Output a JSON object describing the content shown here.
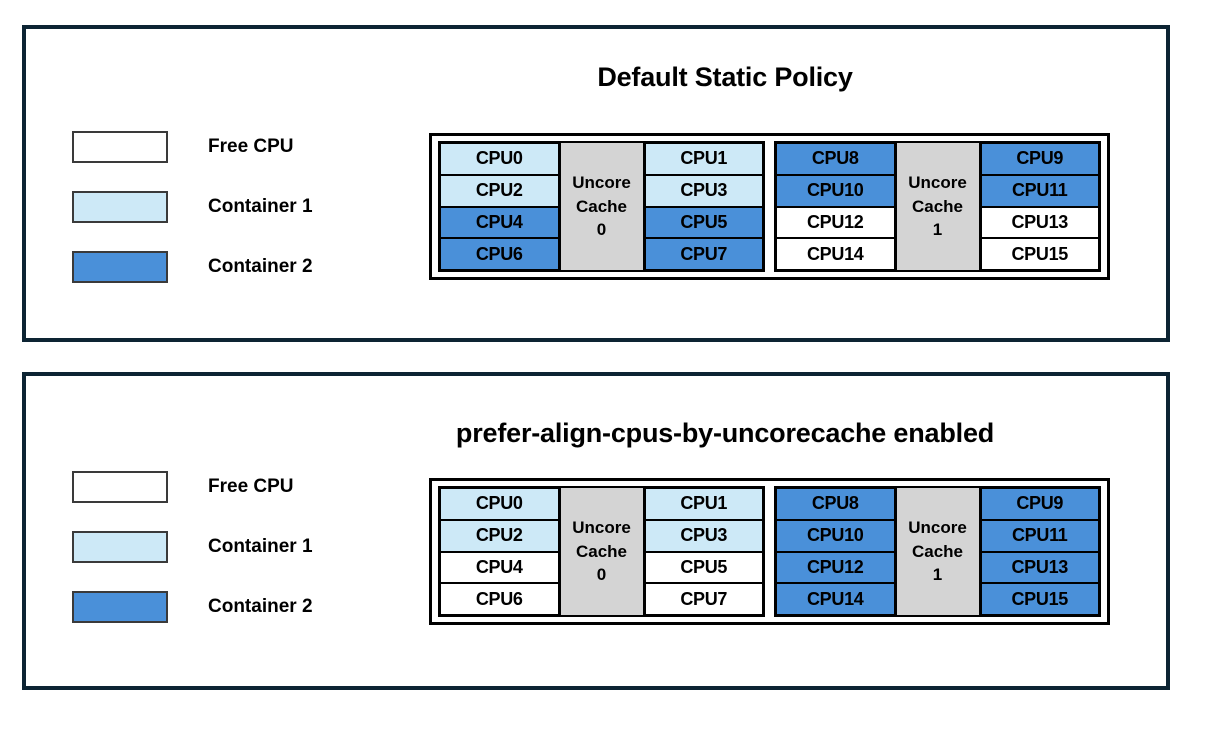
{
  "colors": {
    "free_cpu": "#ffffff",
    "container1": "#cde9f7",
    "container2": "#4a90d9",
    "uncore_cache": "#d4d4d4",
    "panel_border": "#0d2433",
    "cell_border": "#000000",
    "text": "#000000"
  },
  "legend": {
    "items": [
      {
        "label": "Free CPU",
        "color": "#ffffff"
      },
      {
        "label": "Container 1",
        "color": "#cde9f7"
      },
      {
        "label": "Container 2",
        "color": "#4a90d9"
      }
    ]
  },
  "panels": [
    {
      "title": "Default Static Policy",
      "cache_groups": [
        {
          "cache_label_line1": "Uncore",
          "cache_label_line2": "Cache",
          "cache_label_line3": "0",
          "left_column": [
            {
              "label": "CPU0",
              "color": "#cde9f7",
              "assignment": "Container 1"
            },
            {
              "label": "CPU2",
              "color": "#cde9f7",
              "assignment": "Container 1"
            },
            {
              "label": "CPU4",
              "color": "#4a90d9",
              "assignment": "Container 2"
            },
            {
              "label": "CPU6",
              "color": "#4a90d9",
              "assignment": "Container 2"
            }
          ],
          "right_column": [
            {
              "label": "CPU1",
              "color": "#cde9f7",
              "assignment": "Container 1"
            },
            {
              "label": "CPU3",
              "color": "#cde9f7",
              "assignment": "Container 1"
            },
            {
              "label": "CPU5",
              "color": "#4a90d9",
              "assignment": "Container 2"
            },
            {
              "label": "CPU7",
              "color": "#4a90d9",
              "assignment": "Container 2"
            }
          ]
        },
        {
          "cache_label_line1": "Uncore",
          "cache_label_line2": "Cache",
          "cache_label_line3": "1",
          "left_column": [
            {
              "label": "CPU8",
              "color": "#4a90d9",
              "assignment": "Container 2"
            },
            {
              "label": "CPU10",
              "color": "#4a90d9",
              "assignment": "Container 2"
            },
            {
              "label": "CPU12",
              "color": "#ffffff",
              "assignment": "Free CPU"
            },
            {
              "label": "CPU14",
              "color": "#ffffff",
              "assignment": "Free CPU"
            }
          ],
          "right_column": [
            {
              "label": "CPU9",
              "color": "#4a90d9",
              "assignment": "Container 2"
            },
            {
              "label": "CPU11",
              "color": "#4a90d9",
              "assignment": "Container 2"
            },
            {
              "label": "CPU13",
              "color": "#ffffff",
              "assignment": "Free CPU"
            },
            {
              "label": "CPU15",
              "color": "#ffffff",
              "assignment": "Free CPU"
            }
          ]
        }
      ]
    },
    {
      "title": "prefer-align-cpus-by-uncorecache enabled",
      "cache_groups": [
        {
          "cache_label_line1": "Uncore",
          "cache_label_line2": "Cache",
          "cache_label_line3": "0",
          "left_column": [
            {
              "label": "CPU0",
              "color": "#cde9f7",
              "assignment": "Container 1"
            },
            {
              "label": "CPU2",
              "color": "#cde9f7",
              "assignment": "Container 1"
            },
            {
              "label": "CPU4",
              "color": "#ffffff",
              "assignment": "Free CPU"
            },
            {
              "label": "CPU6",
              "color": "#ffffff",
              "assignment": "Free CPU"
            }
          ],
          "right_column": [
            {
              "label": "CPU1",
              "color": "#cde9f7",
              "assignment": "Container 1"
            },
            {
              "label": "CPU3",
              "color": "#cde9f7",
              "assignment": "Container 1"
            },
            {
              "label": "CPU5",
              "color": "#ffffff",
              "assignment": "Free CPU"
            },
            {
              "label": "CPU7",
              "color": "#ffffff",
              "assignment": "Free CPU"
            }
          ]
        },
        {
          "cache_label_line1": "Uncore",
          "cache_label_line2": "Cache",
          "cache_label_line3": "1",
          "left_column": [
            {
              "label": "CPU8",
              "color": "#4a90d9",
              "assignment": "Container 2"
            },
            {
              "label": "CPU10",
              "color": "#4a90d9",
              "assignment": "Container 2"
            },
            {
              "label": "CPU12",
              "color": "#4a90d9",
              "assignment": "Container 2"
            },
            {
              "label": "CPU14",
              "color": "#4a90d9",
              "assignment": "Container 2"
            }
          ],
          "right_column": [
            {
              "label": "CPU9",
              "color": "#4a90d9",
              "assignment": "Container 2"
            },
            {
              "label": "CPU11",
              "color": "#4a90d9",
              "assignment": "Container 2"
            },
            {
              "label": "CPU13",
              "color": "#4a90d9",
              "assignment": "Container 2"
            },
            {
              "label": "CPU15",
              "color": "#4a90d9",
              "assignment": "Container 2"
            }
          ]
        }
      ]
    }
  ]
}
